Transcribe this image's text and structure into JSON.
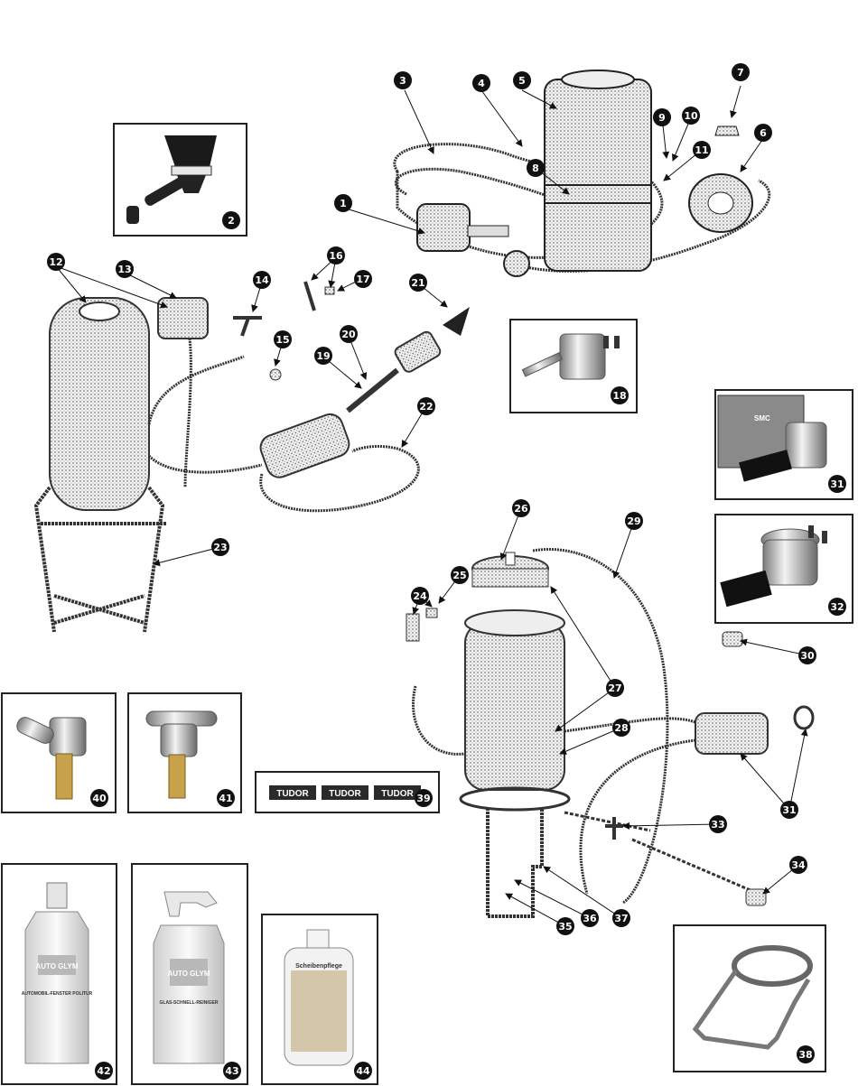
{
  "callouts": [
    "1",
    "2",
    "3",
    "4",
    "5",
    "6",
    "7",
    "8",
    "9",
    "10",
    "11",
    "12",
    "13",
    "14",
    "15",
    "16",
    "17",
    "18",
    "19",
    "20",
    "21",
    "22",
    "23",
    "24",
    "25",
    "26",
    "27",
    "28",
    "29",
    "30",
    "31",
    "31",
    "32",
    "33",
    "34",
    "35",
    "36",
    "37",
    "38",
    "39",
    "40",
    "41",
    "42",
    "43",
    "44"
  ],
  "labels": {
    "tudor": [
      "TUDOR",
      "TUDOR",
      "TUDOR"
    ],
    "autoglym_brand_42": "AUTO GLYM",
    "autoglym_product_42": "AUTOMOBIL-FENSTER POLITUR",
    "autoglym_brand_43": "AUTO GLYM",
    "autoglym_product_43": "GLAS-SCHNELL-REINIGER",
    "bottle_44": "Scheibenpflege",
    "box_31_brand": "SMC"
  },
  "colors": {
    "ink": "#111111",
    "frame": "#222222",
    "callout_fill": "#111111",
    "callout_text": "#ffffff",
    "chrome": "#c9c9c9",
    "brass": "#c8a24a"
  }
}
